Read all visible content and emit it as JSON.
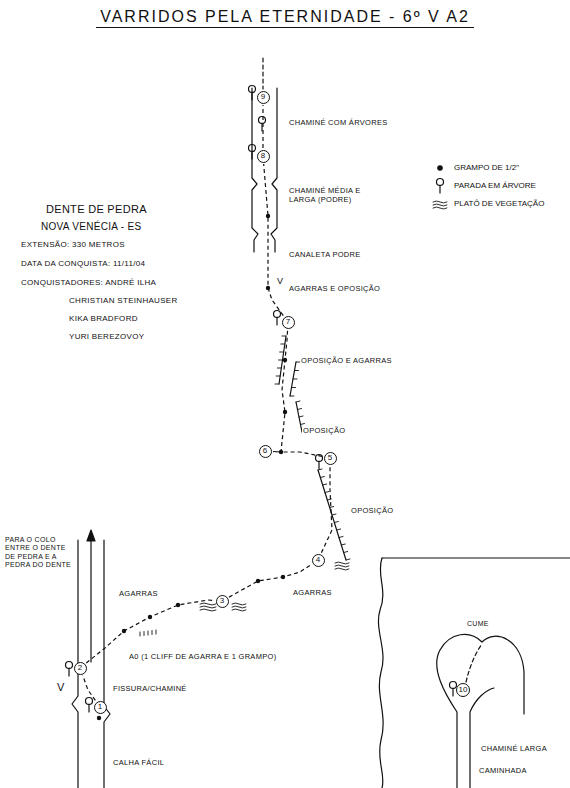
{
  "diagram": {
    "title": "VARRIDOS PELA ETERNIDADE - 6º V A2",
    "nodes": [
      {
        "text": [
          "1"
        ]
      },
      {
        "text": [
          "2"
        ]
      },
      {
        "text": [
          "3"
        ]
      },
      {
        "text": [
          "4"
        ]
      },
      {
        "text": [
          "5"
        ]
      },
      {
        "text": [
          "6"
        ]
      },
      {
        "text": [
          "7"
        ]
      },
      {
        "text": [
          "8"
        ]
      },
      {
        "text": [
          "9"
        ]
      },
      {
        "text": [
          "10"
        ]
      }
    ],
    "edges": [
      {
        "from": 0,
        "to": 1,
        "arrow": "none"
      },
      {
        "from": 1,
        "to": 2,
        "arrow": "none"
      },
      {
        "from": 2,
        "to": 3,
        "arrow": "none"
      },
      {
        "from": 3,
        "to": 4,
        "arrow": "none"
      },
      {
        "from": 4,
        "to": 5,
        "arrow": "none"
      },
      {
        "from": 5,
        "to": 6,
        "arrow": "none"
      },
      {
        "from": 6,
        "to": 7,
        "arrow": "none"
      },
      {
        "from": 7,
        "to": 8,
        "arrow": "none"
      }
    ],
    "labels": [
      "DENTE DE PEDRA",
      "NOVA VENÉCIA - ES",
      "EXTENSÃO: 330 METROS",
      "DATA DA CONQUISTA: 11/11/04",
      "CONQUISTADORES: ANDRÉ ILHA",
      "CHRISTIAN STEINHAUSER",
      "KIKA BRADFORD",
      "YURI BEREZOVOY",
      "CHAMINÉ COM ÁRVORES",
      "CHAMINÉ MÉDIA E LARGA (PODRE)",
      "CANALETA PODRE",
      "V",
      "AGARRAS E OPOSIÇÃO",
      "OPOSIÇÃO E AGARRAS",
      "OPOSIÇÃO",
      "OPOSIÇÃO",
      "AGARRAS",
      "AGARRAS",
      "A0 (1 CLIFF DE AGARRA E 1 GRAMPO)",
      "V",
      "FISSURA/CHAMINÉ",
      "CALHA FÁCIL",
      "PARA O COLO ENTRE O DENTE DE PEDRA E A PEDRA DO DENTE",
      "CUME",
      "CHAMINÉ LARGA",
      "CAMINHADA"
    ],
    "legend": [
      {
        "text": "GRAMPO DE 1/2\""
      },
      {
        "text": "PARADA EM ÁRVORE"
      },
      {
        "text": "PLATÔ DE VEGETAÇÃO"
      }
    ]
  }
}
